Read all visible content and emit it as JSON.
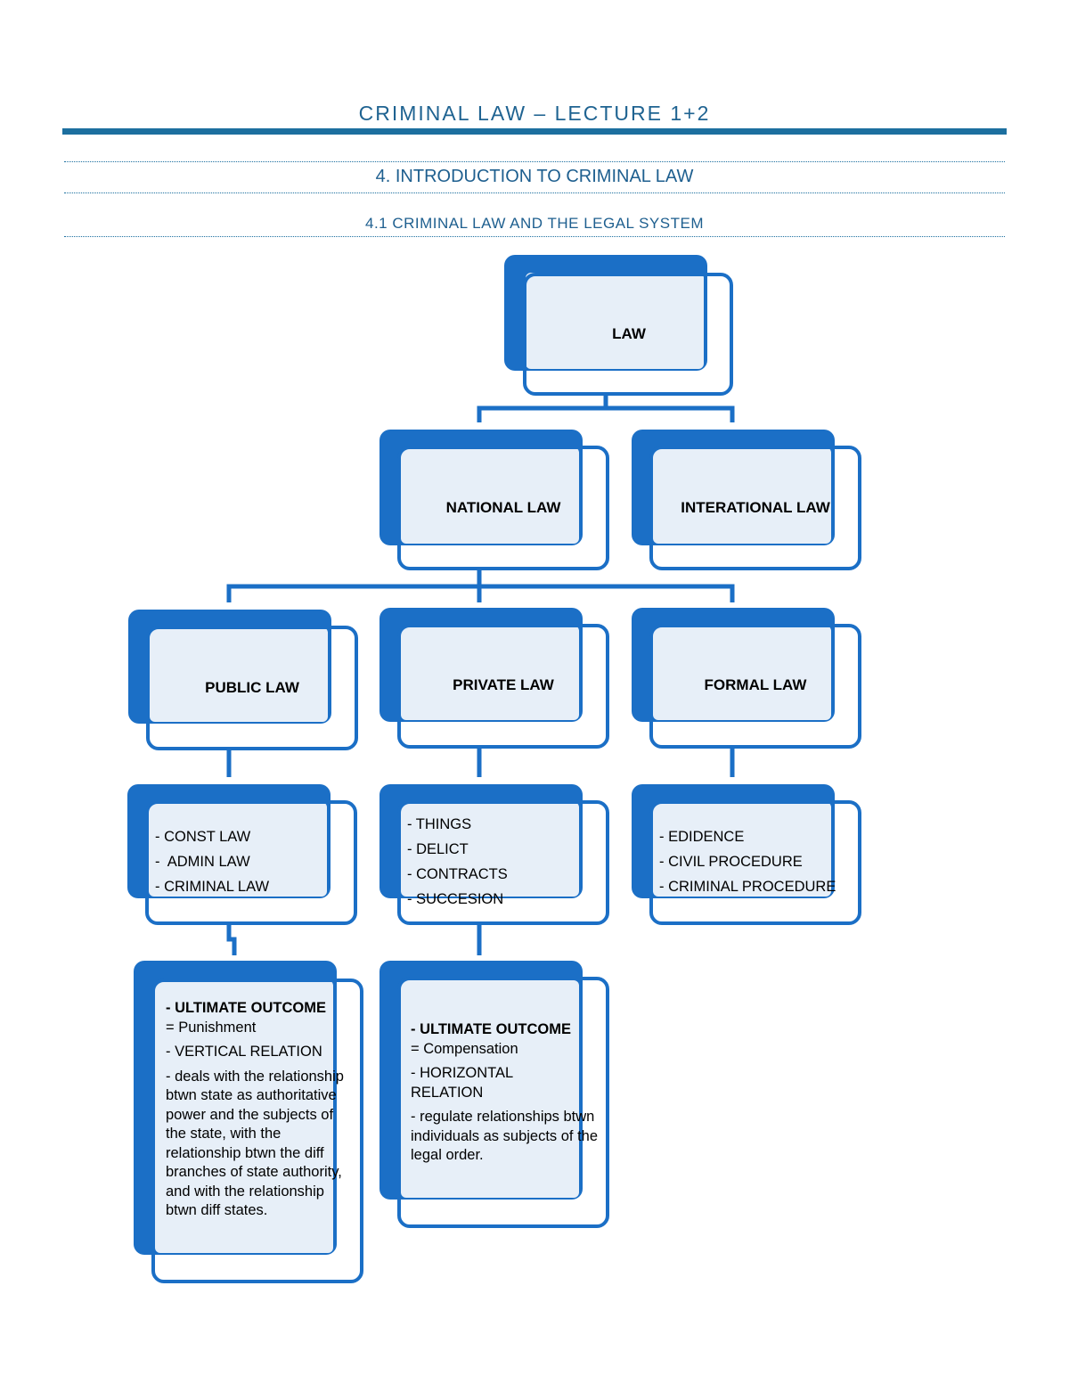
{
  "header": {
    "title": "CRIMINAL LAW – LECTURE 1+2",
    "section": "4. INTRODUCTION TO CRIMINAL LAW",
    "subsection": "4.1 CRIMINAL LAW AND THE LEGAL SYSTEM"
  },
  "diagram": {
    "law": "LAW",
    "national": "NATIONAL LAW",
    "international": "INTERATIONAL LAW",
    "public": "PUBLIC LAW",
    "private": "PRIVATE LAW",
    "formal": "FORMAL LAW",
    "public_items": [
      "- CONST LAW",
      "-  ADMIN LAW",
      "- CRIMINAL LAW"
    ],
    "private_items": [
      "- THINGS",
      "- DELICT",
      "- CONTRACTS",
      "- SUCCESION"
    ],
    "formal_items": [
      "- EDIDENCE",
      "- CIVIL PROCEDURE",
      "- CRIMINAL PROCEDURE"
    ],
    "public_outcome": {
      "heading": "- ULTIMATE OUTCOME",
      "result": "= Punishment",
      "relation": "- VERTICAL RELATION",
      "description": "- deals with the relationship btwn state as authoritative power and the subjects of the state, with the relationship btwn the diff branches of state authority, and with the relationship btwn diff states."
    },
    "private_outcome": {
      "heading": "- ULTIMATE OUTCOME",
      "result": "= Compensation",
      "relation": "- HORIZONTAL RELATION",
      "description": "- regulate relationships btwn individuals as subjects of the legal order."
    },
    "colors": {
      "accent": "#1b6fc6",
      "fill": "#e7eff8",
      "heading": "#1e5f8f"
    }
  }
}
